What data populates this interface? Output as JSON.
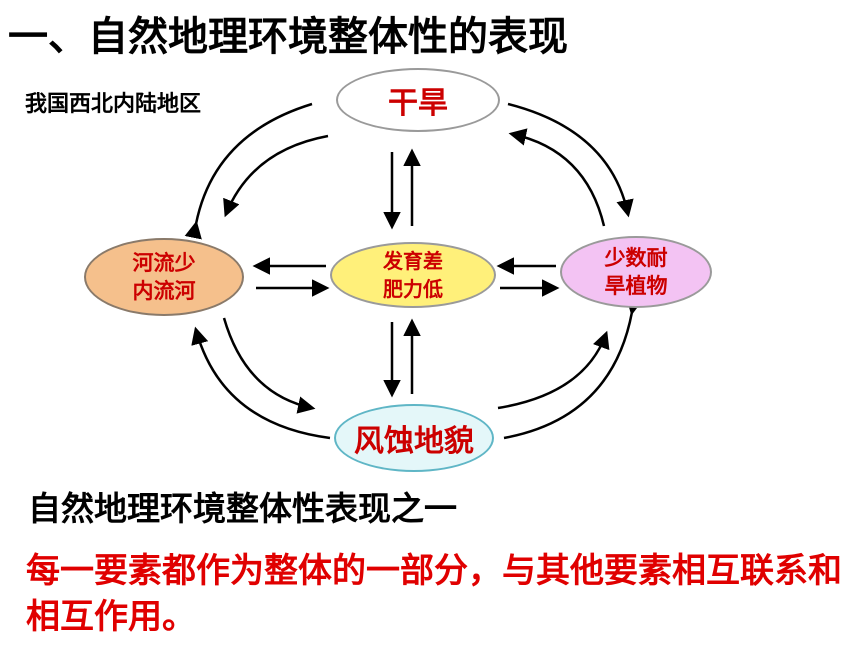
{
  "title": "一、自然地理环境整体性的表现",
  "region_label": "我国西北内陆地区",
  "nodes": {
    "top": "干旱",
    "left_line1": "河流少",
    "left_line2": "内流河",
    "center_line1": "发育差",
    "center_line2": "肥力低",
    "right_line1": "少数耐",
    "right_line2": "旱植物",
    "bottom": "风蚀地貌"
  },
  "summary": "自然地理环境整体性表现之一",
  "principle": "每一要素都作为整体的一部分，与其他要素相互联系和相互作用。",
  "colors": {
    "node_text": "#cc0000",
    "principle_text": "#e00000",
    "left_fill": "#f5c08c",
    "center_fill": "#fff07a",
    "right_fill": "#f3c3f3",
    "bottom_fill": "#e4f7f9",
    "bottom_border": "#5fb6c6"
  }
}
